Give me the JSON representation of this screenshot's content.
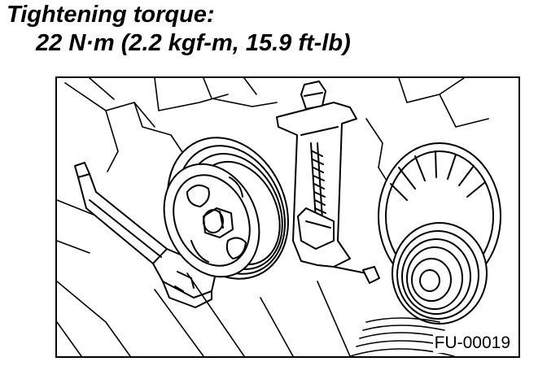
{
  "heading": {
    "title": "Tightening torque:",
    "value": "22 N·m (2.2 kgf-m, 15.9 ft-lb)"
  },
  "figure": {
    "code": "FU-00019"
  }
}
